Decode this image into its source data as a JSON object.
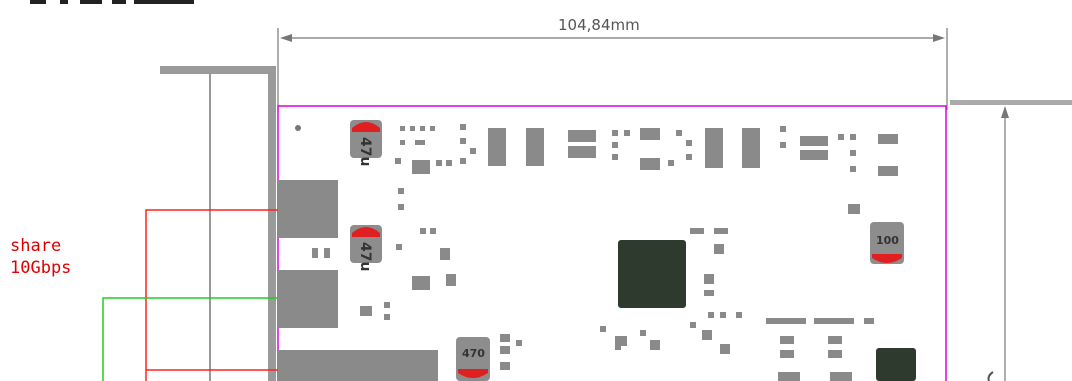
{
  "dimension": {
    "width_label": "104,84mm"
  },
  "annotation": {
    "line1": "share",
    "line2": "10Gbps"
  },
  "capacitor_labels": {
    "cap_a": "47u",
    "cap_b": "47u",
    "cap_c": "100",
    "cap_d": "470"
  },
  "colors": {
    "board_outline": "#e000e0",
    "red_wire": "#ff2020",
    "green_wire": "#20d020",
    "component": "#888888",
    "ic": "#2d3a2d",
    "dimension_line": "#777777"
  }
}
